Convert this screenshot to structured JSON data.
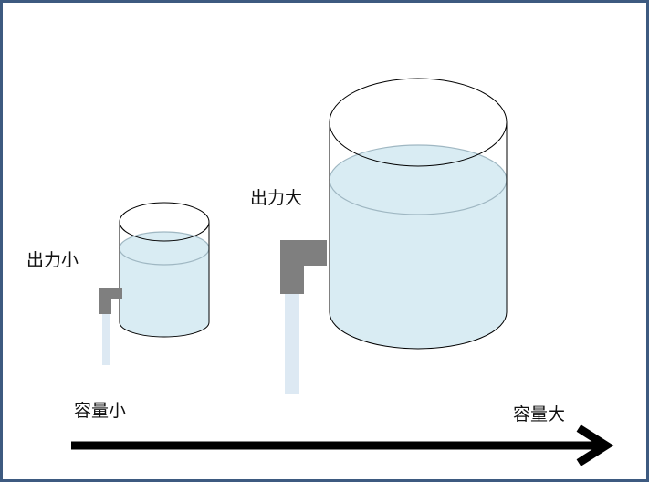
{
  "labels": {
    "small_output": "出力小",
    "large_output": "出力大",
    "small_capacity": "容量小",
    "large_capacity": "容量大"
  },
  "colors": {
    "frame": "#3d5a80",
    "water": "#d9ecf3",
    "water_edge": "#9fb7c2",
    "pipe": "#7f7f7f",
    "stream": "#dde9f3",
    "arrow": "#000000"
  }
}
